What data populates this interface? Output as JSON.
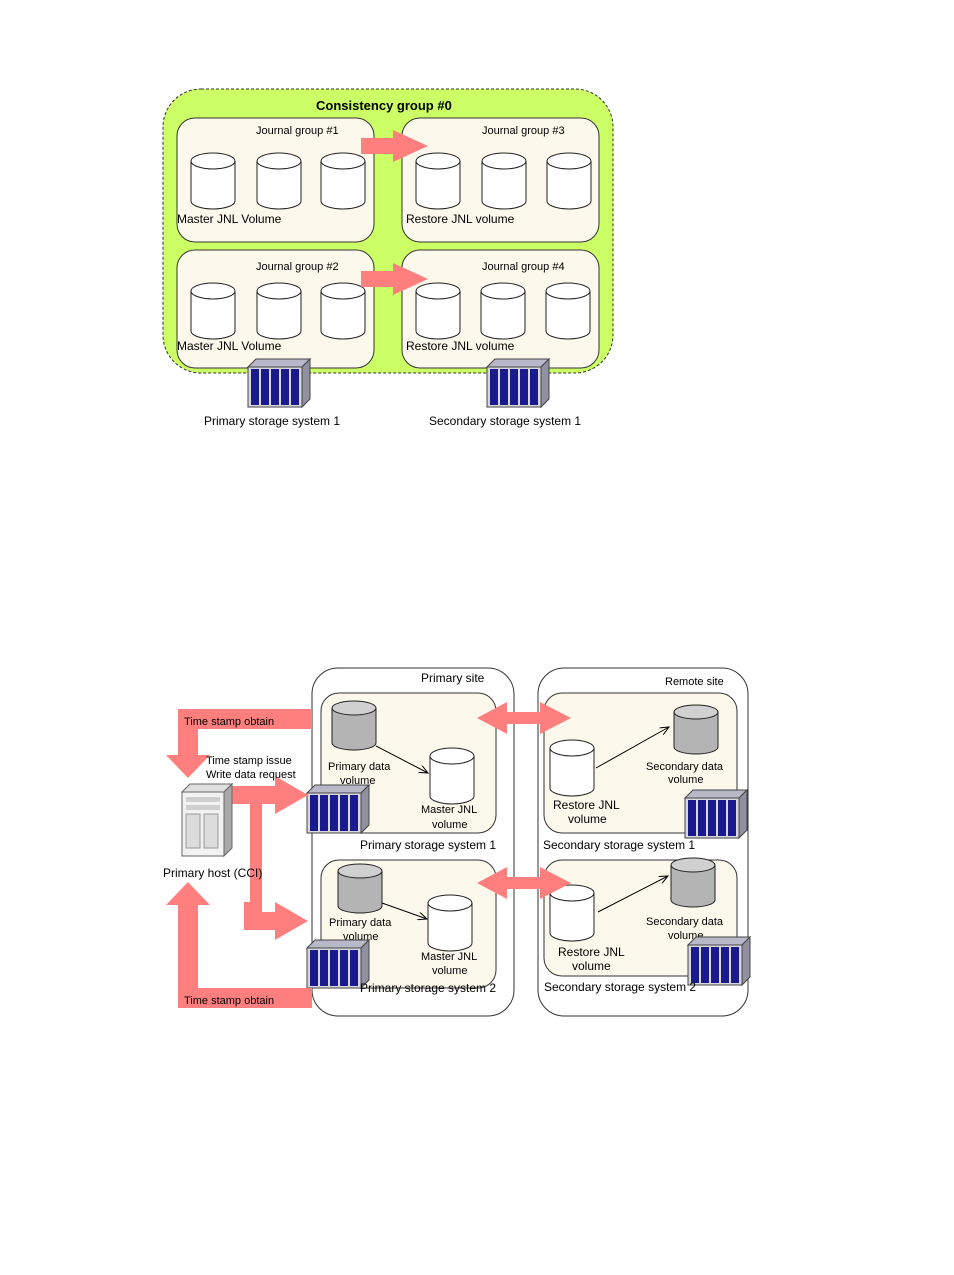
{
  "diagram1": {
    "title": "Consistency group #0",
    "groups": [
      {
        "name": "Journal group   #1",
        "volume_label": "Master JNL Volume"
      },
      {
        "name": "Journal group   #3",
        "volume_label": "Restore JNL volume"
      },
      {
        "name": "Journal group   #2",
        "volume_label": "Master JNL Volume"
      },
      {
        "name": "Journal group   #4",
        "volume_label": "Restore JNL volume"
      }
    ],
    "primary_storage": "Primary storage system 1",
    "secondary_storage": "Secondary storage system 1"
  },
  "diagram2": {
    "primary_site": "Primary  site",
    "remote_site": "Remote  site",
    "time_stamp_obtain_top": "Time stamp obtain",
    "time_stamp_obtain_bottom": "Time stamp obtain",
    "time_stamp_issue": "Time stamp issue",
    "write_data_request": "Write data request",
    "host_label": "Primary host (CCI)",
    "primary_storage_1": "Primary storage system 1",
    "primary_storage_2": "Primary storage system 2",
    "secondary_storage_1": "Secondary storage system 1",
    "secondary_storage_2": "Secondary storage system 2",
    "pdv_line1": "Primary data",
    "pdv_line2": "volume",
    "mjnl_line1": "Master JNL",
    "mjnl_line2": "volume",
    "rjnl_line1": "Restore JNL",
    "rjnl_line2": "volume",
    "sdv_line1": "Secondary data",
    "sdv_line2": "volume"
  },
  "colors": {
    "consistency_bg": "#ccff66",
    "group_bg": "#fdf8ec",
    "arrow": "#ff7f7f",
    "storage_blue": "#1a1a8c"
  }
}
